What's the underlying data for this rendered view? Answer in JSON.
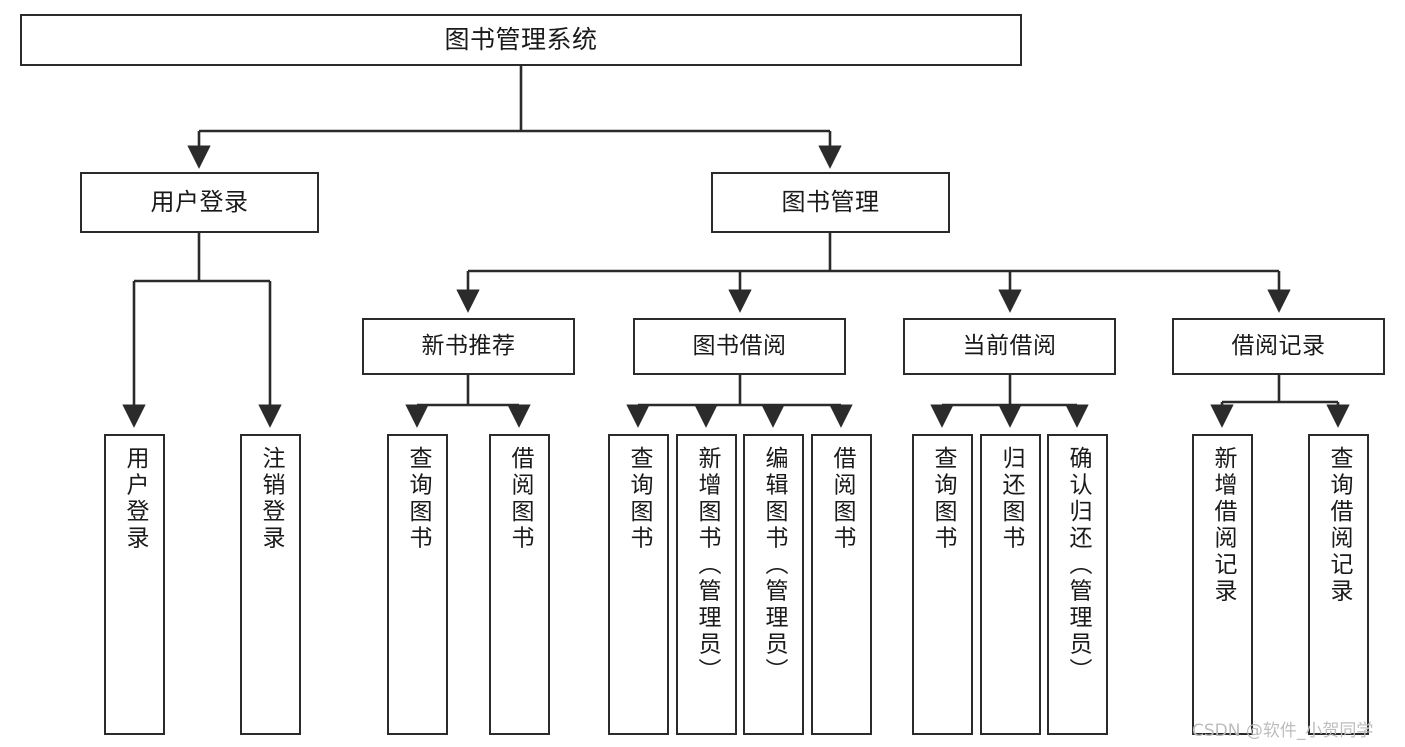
{
  "diagram": {
    "title": "图书管理系统",
    "type": "tree-structure-chart",
    "stroke_color": "#2b2b2b",
    "background_color": "#ffffff",
    "watermark_color": "#bdbdbd"
  },
  "watermark": {
    "text": "CSDN @软件_小贺同学"
  },
  "nodes": {
    "root": {
      "label": "图书管理系统"
    },
    "level1": [
      {
        "id": "user-login",
        "label": "用户登录"
      },
      {
        "id": "book-manage",
        "label": "图书管理"
      }
    ],
    "level2": [
      {
        "id": "new-book-rec",
        "label": "新书推荐"
      },
      {
        "id": "book-borrow",
        "label": "图书借阅"
      },
      {
        "id": "current-borrow",
        "label": "当前借阅"
      },
      {
        "id": "borrow-record",
        "label": "借阅记录"
      }
    ],
    "leaves": {
      "user-login": [
        {
          "id": "leaf-user-login",
          "label": "用户登录"
        },
        {
          "id": "leaf-user-logout",
          "label": "注销登录"
        }
      ],
      "new-book-rec": [
        {
          "id": "leaf-query-book-1",
          "label": "查询图书"
        },
        {
          "id": "leaf-borrow-book-1",
          "label": "借阅图书"
        }
      ],
      "book-borrow": [
        {
          "id": "leaf-query-book-2",
          "label": "查询图书"
        },
        {
          "id": "leaf-add-book",
          "label": "新增图书（管理员）"
        },
        {
          "id": "leaf-edit-book",
          "label": "编辑图书（管理员）"
        },
        {
          "id": "leaf-borrow-book-2",
          "label": "借阅图书"
        }
      ],
      "current-borrow": [
        {
          "id": "leaf-query-book-3",
          "label": "查询图书"
        },
        {
          "id": "leaf-return-book",
          "label": "归还图书"
        },
        {
          "id": "leaf-confirm-return",
          "label": "确认归还（管理员）"
        }
      ],
      "borrow-record": [
        {
          "id": "leaf-add-record",
          "label": "新增借阅记录"
        },
        {
          "id": "leaf-query-record",
          "label": "查询借阅记录"
        }
      ]
    }
  }
}
